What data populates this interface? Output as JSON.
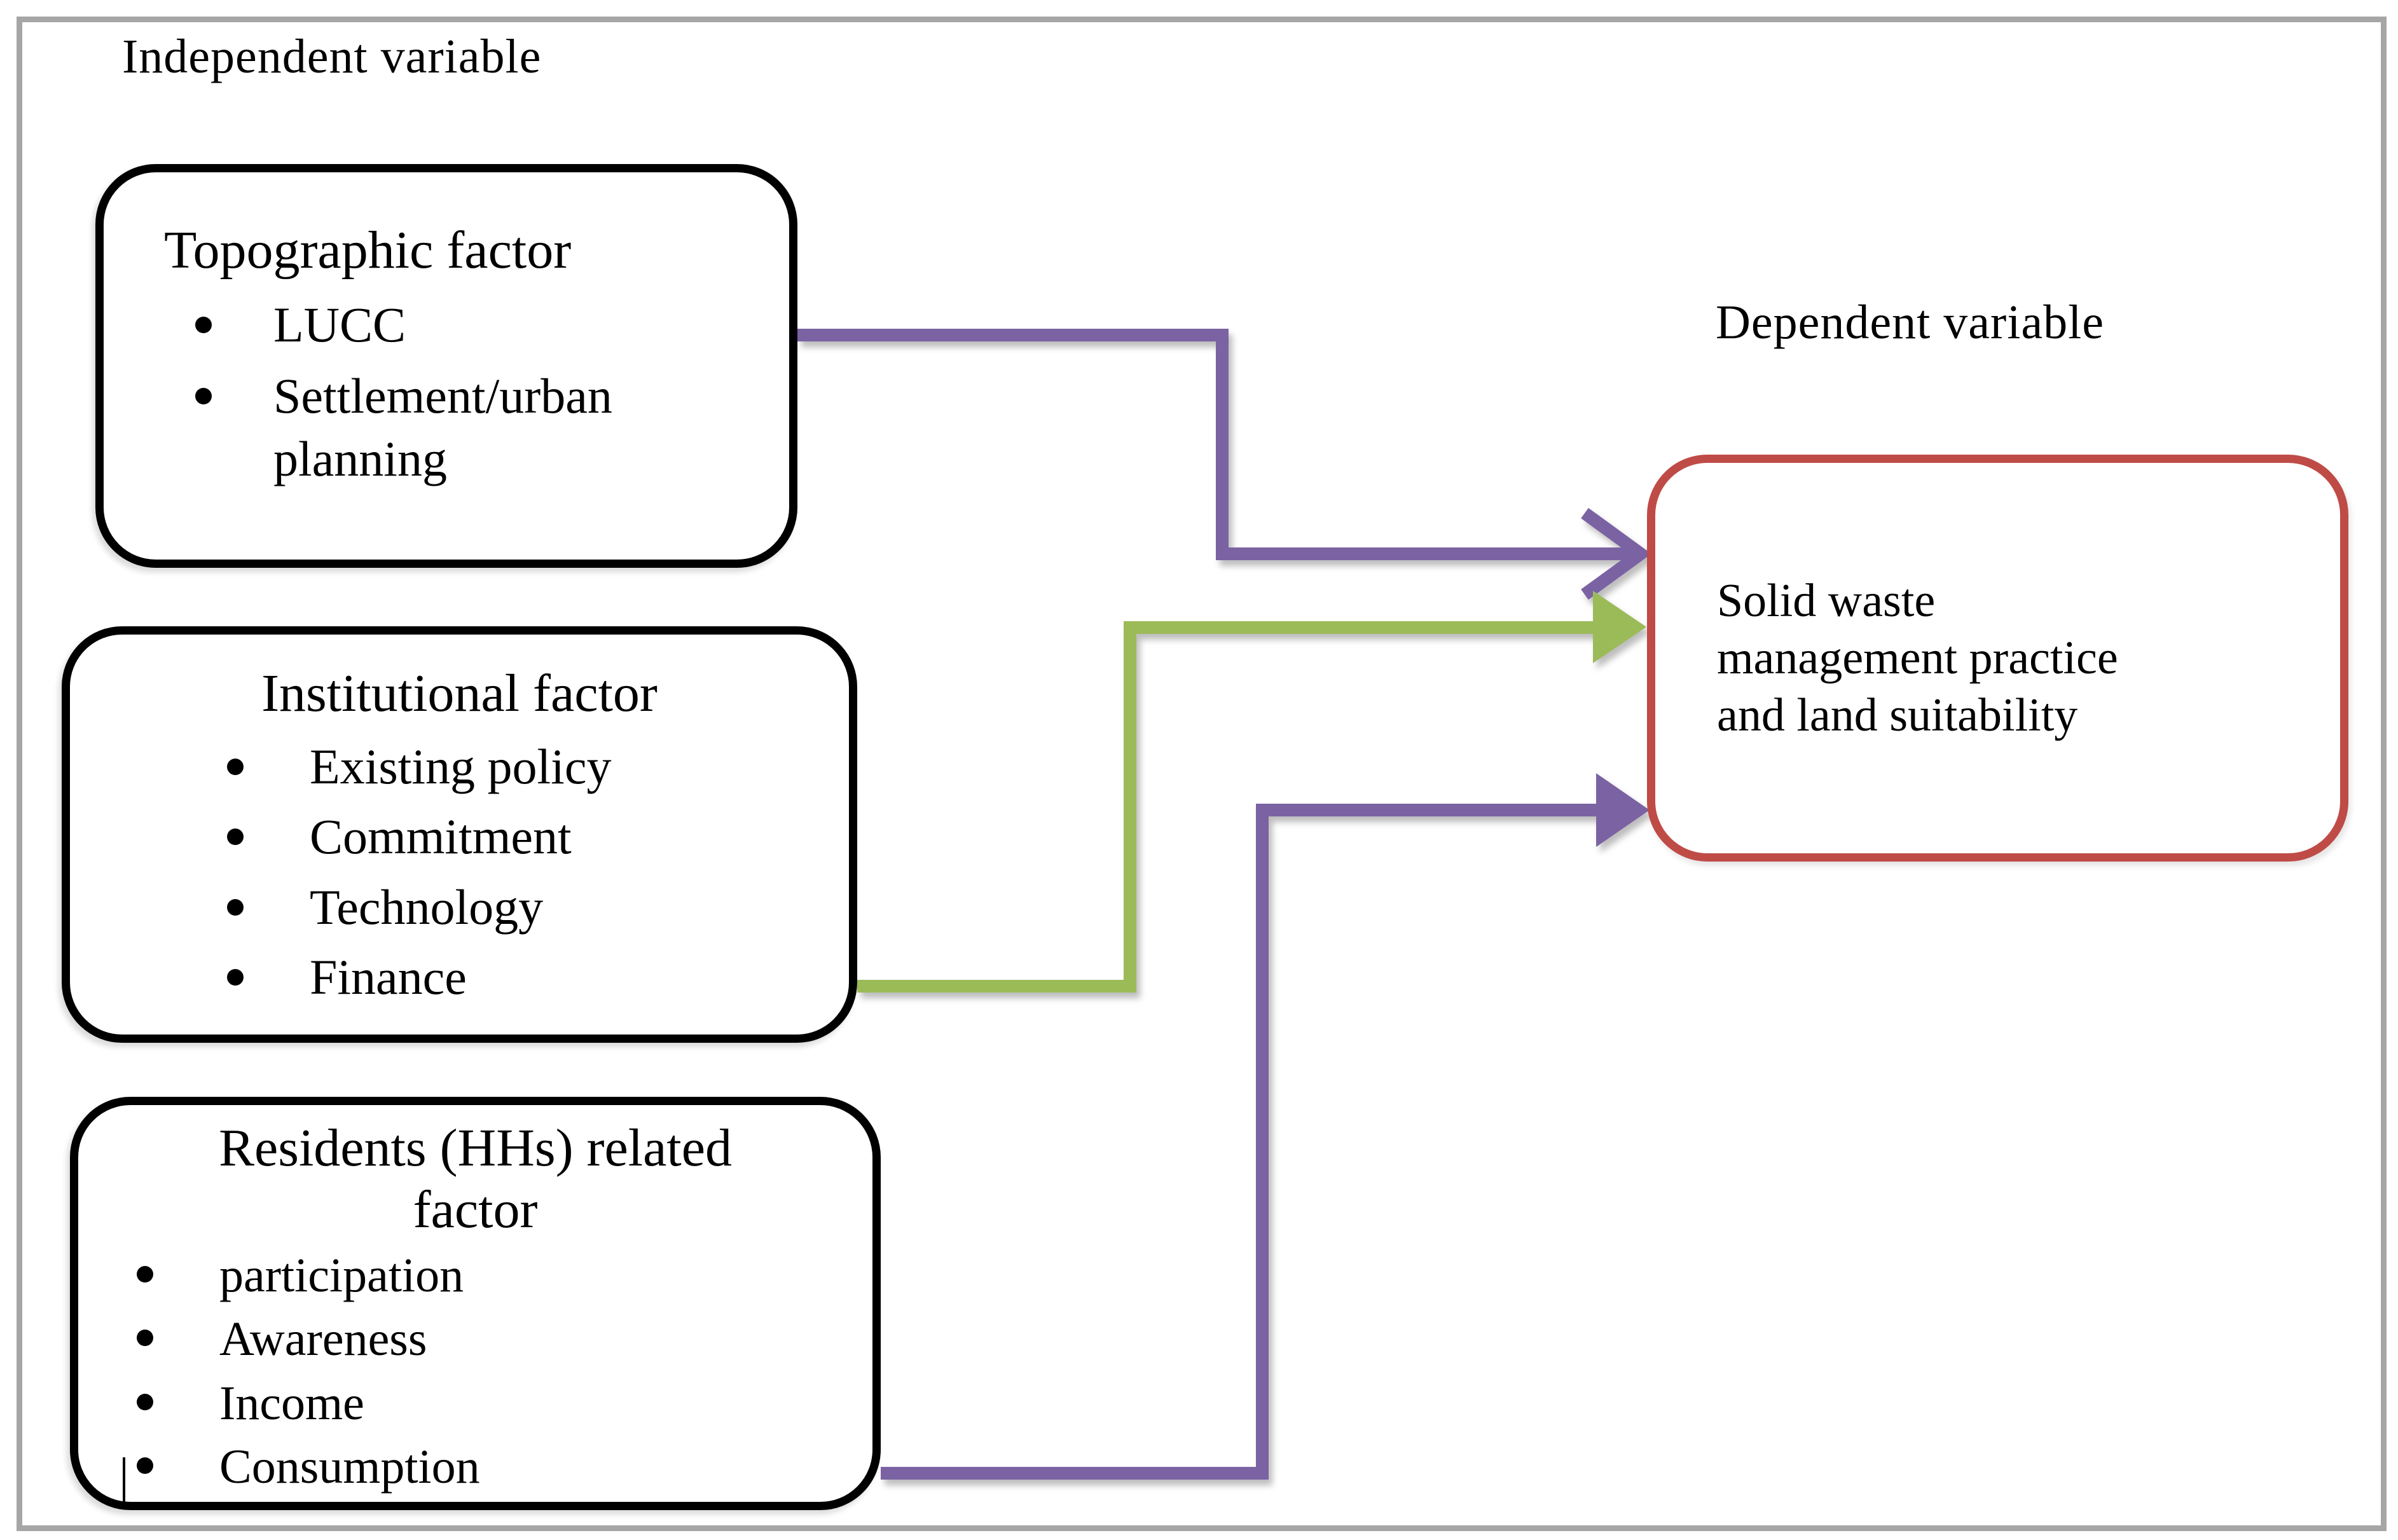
{
  "colors": {
    "purple": "#7B62A3",
    "green": "#9BBB59",
    "red_border": "#BF4B47",
    "box_border": "#000000",
    "outer_border": "#A6A6A6",
    "text": "#000000"
  },
  "labels": {
    "independent": "Independent variable",
    "dependent": "Dependent variable"
  },
  "boxes": {
    "topographic": {
      "title": "Topographic factor",
      "items": [
        "LUCC",
        "Settlement/urban planning"
      ]
    },
    "institutional": {
      "title": "Institutional factor",
      "items": [
        "Existing policy",
        "Commitment",
        "Technology",
        "Finance"
      ]
    },
    "residents": {
      "title": "Residents (HHs) related factor",
      "items": [
        "participation",
        "Awareness",
        "Income",
        "Consumption"
      ]
    },
    "dependent": {
      "lines": [
        "Solid waste",
        "management practice",
        "and land suitability"
      ]
    }
  },
  "arrows": [
    {
      "name": "topographic-to-dependent",
      "color": "purple",
      "head": "open"
    },
    {
      "name": "institutional-to-dependent",
      "color": "green",
      "head": "filled"
    },
    {
      "name": "residents-to-dependent",
      "color": "purple",
      "head": "filled"
    }
  ]
}
